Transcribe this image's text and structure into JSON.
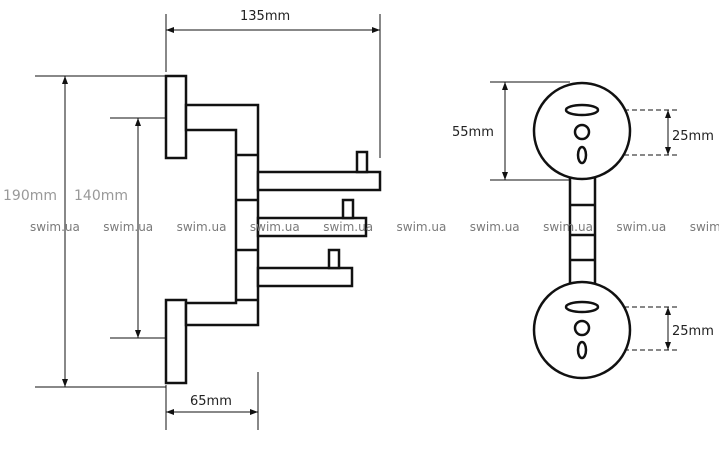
{
  "dimensions": {
    "width_total": "135mm",
    "height_total": "190mm",
    "height_mount": "140mm",
    "depth": "65mm",
    "plate_height": "55mm",
    "hole_spacing_top": "25mm",
    "hole_spacing_bottom": "25mm"
  },
  "watermark": "swim.ua",
  "watermark_count": 10
}
